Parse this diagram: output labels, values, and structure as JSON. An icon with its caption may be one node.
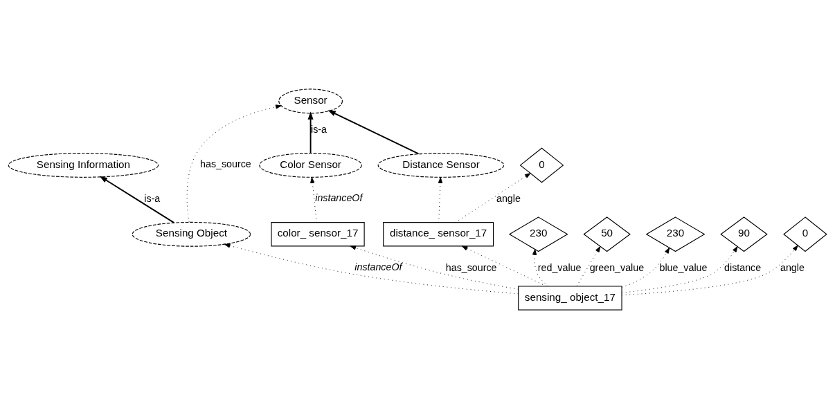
{
  "diagram": {
    "nodes": [
      {
        "text": [
          "Sensing Information"
        ]
      },
      {
        "text": [
          "Sensor"
        ]
      },
      {
        "text": [
          "Sensing Object"
        ]
      },
      {
        "text": [
          "Color Sensor"
        ]
      },
      {
        "text": [
          "Distance Sensor"
        ]
      },
      {
        "text": [
          "sensing_ object_17"
        ]
      },
      {
        "text": [
          "color_ sensor_17"
        ]
      },
      {
        "text": [
          "distance_ sensor_17"
        ]
      },
      {
        "text": [
          "230"
        ]
      },
      {
        "text": [
          "50"
        ]
      },
      {
        "text": [
          "230"
        ]
      },
      {
        "text": [
          "90"
        ]
      },
      {
        "text": [
          "0"
        ]
      },
      {
        "text": [
          "0"
        ]
      }
    ],
    "edges": [
      {
        "from": 2,
        "to": 0,
        "arrow": "to",
        "label": "is-a"
      },
      {
        "from": 2,
        "to": 1,
        "arrow": "to",
        "label": "has_source",
        "style": "dashed"
      },
      {
        "from": 3,
        "to": 1,
        "arrow": "to",
        "label": "is-a"
      },
      {
        "from": 4,
        "to": 1,
        "arrow": "to"
      },
      {
        "from": 5,
        "to": 2,
        "arrow": "to",
        "label": "instanceOf",
        "style": "dashed"
      },
      {
        "from": 6,
        "to": 3,
        "arrow": "to",
        "label": "instanceOf",
        "style": "dashed"
      },
      {
        "from": 7,
        "to": 4,
        "arrow": "to",
        "style": "dashed"
      },
      {
        "from": 5,
        "to": 8,
        "arrow": "to",
        "label": "red_value",
        "style": "dashed"
      },
      {
        "from": 5,
        "to": 9,
        "arrow": "to",
        "label": "green_value",
        "style": "dashed"
      },
      {
        "from": 5,
        "to": 10,
        "arrow": "to",
        "label": "blue_value",
        "style": "dashed"
      },
      {
        "from": 5,
        "to": 6,
        "arrow": "to",
        "label": "has_source",
        "style": "dashed"
      },
      {
        "from": 5,
        "to": 7,
        "arrow": "to",
        "style": "dashed"
      },
      {
        "from": 5,
        "to": 11,
        "arrow": "to",
        "label": "distance",
        "style": "dashed"
      },
      {
        "from": 5,
        "to": 12,
        "arrow": "to",
        "label": "angle",
        "style": "dashed"
      },
      {
        "from": 7,
        "to": 13,
        "arrow": "to",
        "label": "angle",
        "style": "dashed"
      }
    ]
  }
}
